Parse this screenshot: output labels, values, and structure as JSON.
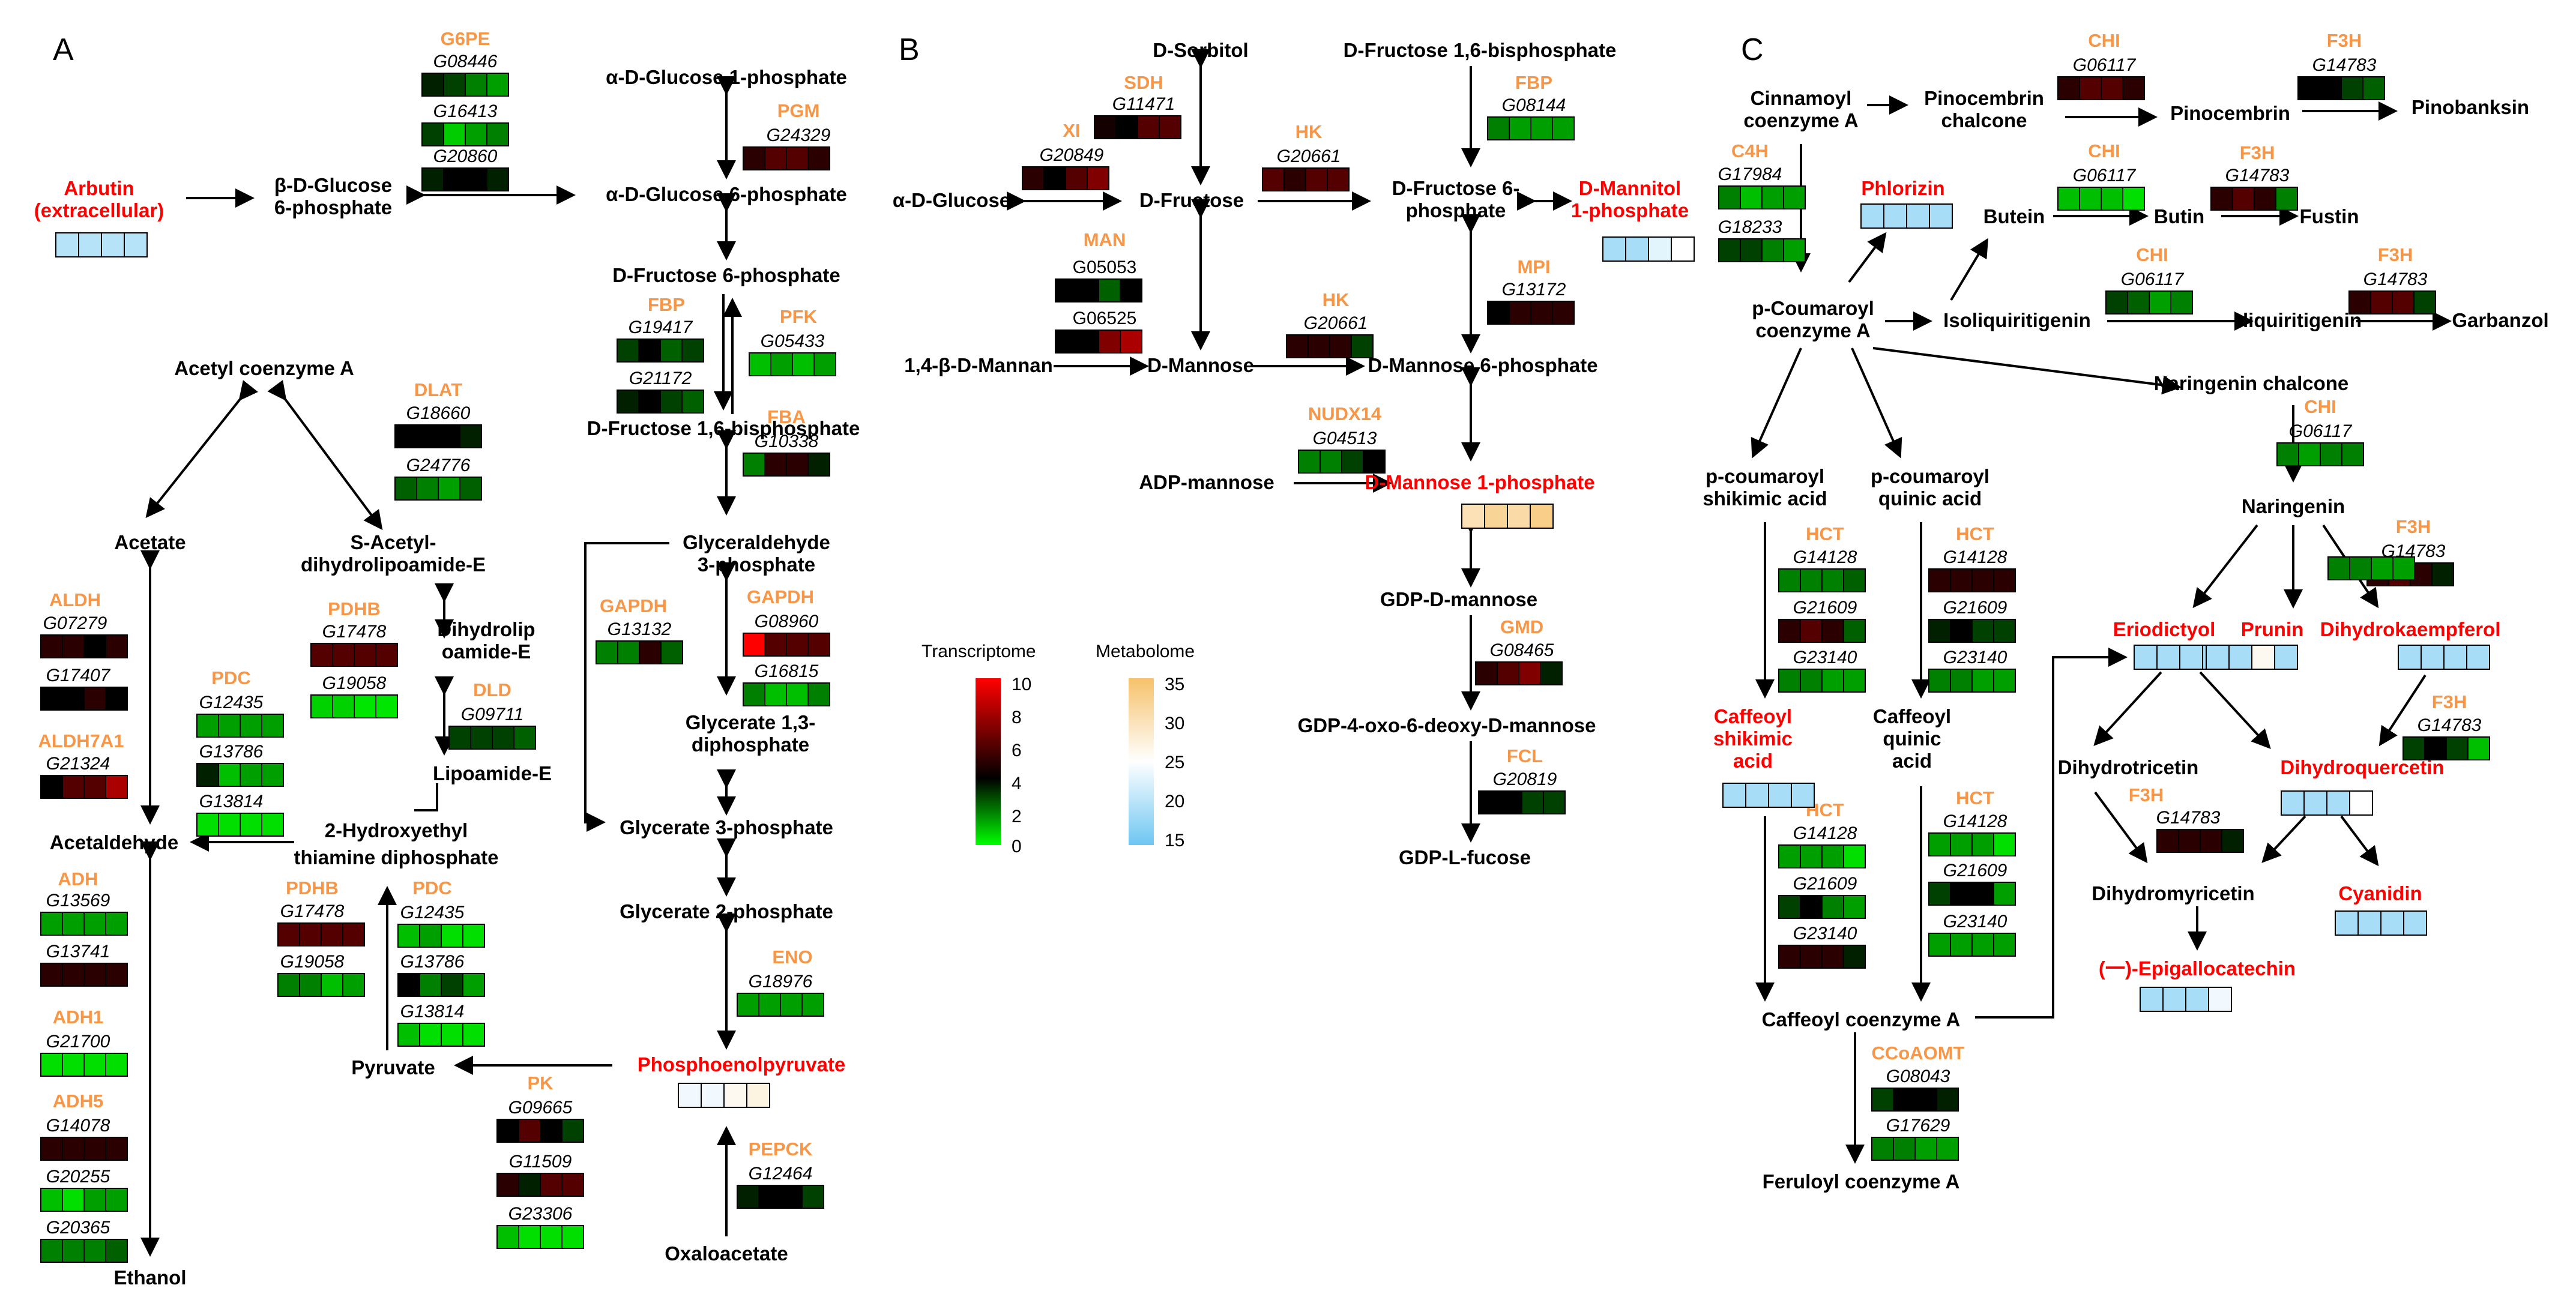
{
  "colors": {
    "metabolite": "#000000",
    "highlight": "#ff0000",
    "enzyme": "#f79646",
    "heat_low": "#00ff00",
    "heat_mid": "#000000",
    "heat_high": "#ff0000",
    "met_low": "#6ec6f2",
    "met_mid": "#ffffff",
    "met_high": "#f6c26b"
  },
  "panels": [
    "A",
    "B",
    "C"
  ],
  "legend": {
    "transcriptome_title": "Transcriptome",
    "metabolome_title": "Metabolome",
    "transcriptome_ticks": [
      "10",
      "8",
      "6",
      "4",
      "2",
      "0"
    ],
    "metabolome_ticks": [
      "35",
      "30",
      "25",
      "20",
      "15"
    ]
  },
  "texts": [
    {
      "t": "α-D-Glucose 1-phosphate",
      "c": "met"
    },
    {
      "t": "α-D-Glucose 6-phosphate",
      "c": "met"
    },
    {
      "t": "D-Fructose 6-phosphate",
      "c": "met"
    },
    {
      "t": "D-Fructose 1,6-bisphosphate",
      "c": "met"
    },
    {
      "t": "Glyceraldehyde",
      "c": "met"
    },
    {
      "t": "3-phosphate",
      "c": "met"
    },
    {
      "t": "Glycerate 1,3-",
      "c": "met"
    },
    {
      "t": "diphosphate",
      "c": "met"
    },
    {
      "t": "Glycerate 3-phosphate",
      "c": "met"
    },
    {
      "t": "Glycerate 2-phosphate",
      "c": "met"
    },
    {
      "t": "Phosphoenolpyruvate",
      "c": "hl"
    },
    {
      "t": "Oxaloacetate",
      "c": "met"
    },
    {
      "t": "Arbutin",
      "c": "hl"
    },
    {
      "t": "(extracellular)",
      "c": "hl"
    },
    {
      "t": "β-D-Glucose",
      "c": "met"
    },
    {
      "t": "6-phosphate",
      "c": "met"
    },
    {
      "t": "Acetyl coenzyme A",
      "c": "met"
    },
    {
      "t": "Acetate",
      "c": "met"
    },
    {
      "t": "S-Acetyl-",
      "c": "met"
    },
    {
      "t": "dihydrolipoamide-E",
      "c": "met"
    },
    {
      "t": "Dihydrolip",
      "c": "met"
    },
    {
      "t": "oamide-E",
      "c": "met"
    },
    {
      "t": "Lipoamide-E",
      "c": "met"
    },
    {
      "t": "2-Hydroxyethyl",
      "c": "met"
    },
    {
      "t": "thiamine diphosphate",
      "c": "met"
    },
    {
      "t": "Acetaldehyde",
      "c": "met"
    },
    {
      "t": "Pyruvate",
      "c": "met"
    },
    {
      "t": "Ethanol",
      "c": "met"
    },
    {
      "t": "G6PE",
      "c": "enz"
    },
    {
      "t": "PGM",
      "c": "enz"
    },
    {
      "t": "FBP",
      "c": "enz"
    },
    {
      "t": "PFK",
      "c": "enz"
    },
    {
      "t": "FBA",
      "c": "enz"
    },
    {
      "t": "GAPDH",
      "c": "enz"
    },
    {
      "t": "GAPDH",
      "c": "enz"
    },
    {
      "t": "ENO",
      "c": "enz"
    },
    {
      "t": "PK",
      "c": "enz"
    },
    {
      "t": "PEPCK",
      "c": "enz"
    },
    {
      "t": "DLAT",
      "c": "enz"
    },
    {
      "t": "PDHB",
      "c": "enz"
    },
    {
      "t": "DLD",
      "c": "enz"
    },
    {
      "t": "PDC",
      "c": "enz"
    },
    {
      "t": "ALDH",
      "c": "enz"
    },
    {
      "t": "ALDH7A1",
      "c": "enz"
    },
    {
      "t": "ADH",
      "c": "enz"
    },
    {
      "t": "ADH1",
      "c": "enz"
    },
    {
      "t": "ADH5",
      "c": "enz"
    },
    {
      "t": "PDHB",
      "c": "enz"
    },
    {
      "t": "PDC",
      "c": "enz"
    },
    {
      "t": "G08446",
      "c": "gene"
    },
    {
      "t": "G16413",
      "c": "gene"
    },
    {
      "t": "G20860",
      "c": "gene"
    },
    {
      "t": "G24329",
      "c": "gene"
    },
    {
      "t": "G19417",
      "c": "gene"
    },
    {
      "t": "G21172",
      "c": "gene"
    },
    {
      "t": "G05433",
      "c": "gene"
    },
    {
      "t": "G10338",
      "c": "gene"
    },
    {
      "t": "G13132",
      "c": "gene"
    },
    {
      "t": "G08960",
      "c": "gene"
    },
    {
      "t": "G16815",
      "c": "gene"
    },
    {
      "t": "G18976",
      "c": "gene"
    },
    {
      "t": "G09665",
      "c": "gene"
    },
    {
      "t": "G11509",
      "c": "gene"
    },
    {
      "t": "G23306",
      "c": "gene"
    },
    {
      "t": "G12464",
      "c": "gene"
    },
    {
      "t": "G18660",
      "c": "gene"
    },
    {
      "t": "G24776",
      "c": "gene"
    },
    {
      "t": "G17478",
      "c": "gene"
    },
    {
      "t": "G19058",
      "c": "gene"
    },
    {
      "t": "G09711",
      "c": "gene"
    },
    {
      "t": "G12435",
      "c": "gene"
    },
    {
      "t": "G13786",
      "c": "gene"
    },
    {
      "t": "G13814",
      "c": "gene"
    },
    {
      "t": "G07279",
      "c": "gene"
    },
    {
      "t": "G17407",
      "c": "gene"
    },
    {
      "t": "G21324",
      "c": "gene"
    },
    {
      "t": "G13569",
      "c": "gene"
    },
    {
      "t": "G13741",
      "c": "gene"
    },
    {
      "t": "G21700",
      "c": "gene"
    },
    {
      "t": "G14078",
      "c": "gene"
    },
    {
      "t": "G20255",
      "c": "gene"
    },
    {
      "t": "G20365",
      "c": "gene"
    },
    {
      "t": "G17478",
      "c": "gene"
    },
    {
      "t": "G19058",
      "c": "gene"
    },
    {
      "t": "G12435",
      "c": "gene"
    },
    {
      "t": "G13786",
      "c": "gene"
    },
    {
      "t": "G13814",
      "c": "gene"
    },
    {
      "t": "D-Sorbitol",
      "c": "met"
    },
    {
      "t": "D-Fructose 1,6-bisphosphate",
      "c": "met"
    },
    {
      "t": "α-D-Glucose",
      "c": "met"
    },
    {
      "t": "D-Fructose",
      "c": "met"
    },
    {
      "t": "D-Fructose 6-",
      "c": "met"
    },
    {
      "t": "phosphate",
      "c": "met"
    },
    {
      "t": "D-Mannitol",
      "c": "hl"
    },
    {
      "t": "1-phosphate",
      "c": "hl"
    },
    {
      "t": "1,4-β-D-Mannan",
      "c": "met"
    },
    {
      "t": "D-Mannose",
      "c": "met"
    },
    {
      "t": "D-Mannose 6-phosphate",
      "c": "met"
    },
    {
      "t": "ADP-mannose",
      "c": "met"
    },
    {
      "t": "D-Mannose 1-phosphate",
      "c": "hl"
    },
    {
      "t": "GDP-D-mannose",
      "c": "met"
    },
    {
      "t": "GDP-4-oxo-6-deoxy-D-mannose",
      "c": "met"
    },
    {
      "t": "GDP-L-fucose",
      "c": "met"
    },
    {
      "t": "SDH",
      "c": "enz"
    },
    {
      "t": "XI",
      "c": "enz"
    },
    {
      "t": "HK",
      "c": "enz"
    },
    {
      "t": "FBP",
      "c": "enz"
    },
    {
      "t": "MAN",
      "c": "enz"
    },
    {
      "t": "HK",
      "c": "enz"
    },
    {
      "t": "MPI",
      "c": "enz"
    },
    {
      "t": "NUDX14",
      "c": "enz"
    },
    {
      "t": "GMD",
      "c": "enz"
    },
    {
      "t": "FCL",
      "c": "enz"
    },
    {
      "t": "G11471",
      "c": "gene"
    },
    {
      "t": "G20849",
      "c": "gene"
    },
    {
      "t": "G20661",
      "c": "gene"
    },
    {
      "t": "G08144",
      "c": "gene"
    },
    {
      "t": "G05053",
      "c": "gene up"
    },
    {
      "t": "G06525",
      "c": "gene up"
    },
    {
      "t": "G20661",
      "c": "gene"
    },
    {
      "t": "G13172",
      "c": "gene"
    },
    {
      "t": "G04513",
      "c": "gene"
    },
    {
      "t": "G08465",
      "c": "gene"
    },
    {
      "t": "G20819",
      "c": "gene"
    },
    {
      "t": "Cinnamoyl",
      "c": "met"
    },
    {
      "t": "coenzyme A",
      "c": "met"
    },
    {
      "t": "Pinocembrin",
      "c": "met"
    },
    {
      "t": "chalcone",
      "c": "met"
    },
    {
      "t": "Pinocembrin",
      "c": "met"
    },
    {
      "t": "Pinobanksin",
      "c": "met"
    },
    {
      "t": "Phlorizin",
      "c": "hl"
    },
    {
      "t": "Butein",
      "c": "met"
    },
    {
      "t": "Butin",
      "c": "met"
    },
    {
      "t": "Fustin",
      "c": "met"
    },
    {
      "t": "p-Coumaroyl",
      "c": "met"
    },
    {
      "t": "coenzyme A",
      "c": "met"
    },
    {
      "t": "Isoliquiritigenin",
      "c": "met"
    },
    {
      "t": "liquiritigenin",
      "c": "met"
    },
    {
      "t": "Garbanzol",
      "c": "met"
    },
    {
      "t": "Naringenin chalcone",
      "c": "met"
    },
    {
      "t": "Naringenin",
      "c": "met"
    },
    {
      "t": "p-coumaroyl",
      "c": "met"
    },
    {
      "t": "shikimic acid",
      "c": "met"
    },
    {
      "t": "p-coumaroyl",
      "c": "met"
    },
    {
      "t": "quinic  acid",
      "c": "met"
    },
    {
      "t": "Eriodictyol",
      "c": "hl"
    },
    {
      "t": "Prunin",
      "c": "hl"
    },
    {
      "t": "Dihydrokaempferol",
      "c": "hl"
    },
    {
      "t": "Caffeoyl",
      "c": "hl"
    },
    {
      "t": "shikimic",
      "c": "hl"
    },
    {
      "t": "acid",
      "c": "hl"
    },
    {
      "t": "Caffeoyl",
      "c": "met"
    },
    {
      "t": "quinic",
      "c": "met"
    },
    {
      "t": "acid",
      "c": "met"
    },
    {
      "t": "Dihydrotricetin",
      "c": "met"
    },
    {
      "t": "Dihydroquercetin",
      "c": "hl"
    },
    {
      "t": "Dihydromyricetin",
      "c": "met"
    },
    {
      "t": "Cyanidin",
      "c": "hl"
    },
    {
      "t": "(一)-Epigallocatechin",
      "c": "hl"
    },
    {
      "t": "Caffeoyl coenzyme A",
      "c": "met"
    },
    {
      "t": "Feruloyl coenzyme A",
      "c": "met"
    },
    {
      "t": "CHI",
      "c": "enz"
    },
    {
      "t": "F3H",
      "c": "enz"
    },
    {
      "t": "C4H",
      "c": "enz"
    },
    {
      "t": "CHI",
      "c": "enz"
    },
    {
      "t": "F3H",
      "c": "enz"
    },
    {
      "t": "CHI",
      "c": "enz"
    },
    {
      "t": "F3H",
      "c": "enz"
    },
    {
      "t": "CHI",
      "c": "enz"
    },
    {
      "t": "F3H",
      "c": "enz"
    },
    {
      "t": "HCT",
      "c": "enz"
    },
    {
      "t": "HCT",
      "c": "enz"
    },
    {
      "t": "F3H",
      "c": "enz"
    },
    {
      "t": "F3H",
      "c": "enz"
    },
    {
      "t": "HCT",
      "c": "enz"
    },
    {
      "t": "HCT",
      "c": "enz"
    },
    {
      "t": "CCoAOMT",
      "c": "enz"
    },
    {
      "t": "G06117",
      "c": "gene"
    },
    {
      "t": "G14783",
      "c": "gene"
    },
    {
      "t": "G17984",
      "c": "gene"
    },
    {
      "t": "G18233",
      "c": "gene"
    },
    {
      "t": "G06117",
      "c": "gene"
    },
    {
      "t": "G14783",
      "c": "gene"
    },
    {
      "t": "G06117",
      "c": "gene"
    },
    {
      "t": "G14783",
      "c": "gene"
    },
    {
      "t": "G06117",
      "c": "gene"
    },
    {
      "t": "G14783",
      "c": "gene"
    },
    {
      "t": "G14128",
      "c": "gene"
    },
    {
      "t": "G21609",
      "c": "gene"
    },
    {
      "t": "G23140",
      "c": "gene"
    },
    {
      "t": "G14128",
      "c": "gene"
    },
    {
      "t": "G21609",
      "c": "gene"
    },
    {
      "t": "G23140",
      "c": "gene"
    },
    {
      "t": "G14783",
      "c": "gene"
    },
    {
      "t": "G14783",
      "c": "gene"
    },
    {
      "t": "G14128",
      "c": "gene"
    },
    {
      "t": "G21609",
      "c": "gene"
    },
    {
      "t": "G23140",
      "c": "gene"
    },
    {
      "t": "G14128",
      "c": "gene"
    },
    {
      "t": "G21609",
      "c": "gene"
    },
    {
      "t": "G23140",
      "c": "gene"
    },
    {
      "t": "G08043",
      "c": "gene"
    },
    {
      "t": "G17629",
      "c": "gene"
    }
  ],
  "heatmaps": [
    [
      3.5,
      3,
      2,
      1.5
    ],
    [
      3,
      0.8,
      1.5,
      2
    ],
    [
      3.5,
      4,
      4,
      3.5
    ],
    [
      5,
      6,
      6,
      5
    ],
    [
      3,
      4,
      2.5,
      3
    ],
    [
      3.5,
      4,
      3,
      2.5
    ],
    [
      1,
      1.5,
      1,
      1.5
    ],
    [
      2,
      5,
      5,
      3.5
    ],
    [
      2,
      2,
      5,
      2.5
    ],
    [
      10,
      6,
      6,
      6
    ],
    [
      2,
      1,
      1,
      2
    ],
    [
      1.5,
      1.5,
      1.5,
      1.5
    ],
    [
      4,
      6,
      4,
      3
    ],
    [
      5,
      3.5,
      6,
      6
    ],
    [
      1,
      0.5,
      0.5,
      0.5
    ],
    [
      3.5,
      4,
      4,
      3
    ],
    [
      4,
      4,
      4,
      3.5
    ],
    [
      2.5,
      2,
      1.5,
      2.5
    ],
    [
      6,
      6,
      6,
      6
    ],
    [
      0.7,
      0.7,
      0.4,
      0.4
    ],
    [
      3,
      3,
      3,
      2.5
    ],
    [
      1.5,
      1.5,
      1.5,
      1.5
    ],
    [
      3.5,
      1,
      1.5,
      1.5
    ],
    [
      0.5,
      0.5,
      0.5,
      0.5
    ],
    [
      5,
      5,
      4,
      5
    ],
    [
      4,
      4,
      5,
      4
    ],
    [
      4,
      6,
      6,
      8
    ],
    [
      1.5,
      1.5,
      1.5,
      1.5
    ],
    [
      5,
      5,
      5,
      5
    ],
    [
      0.5,
      0.5,
      0.5,
      0.5
    ],
    [
      5,
      5,
      5,
      5
    ],
    [
      1,
      0.5,
      1.5,
      1.5
    ],
    [
      2,
      2,
      2,
      2.5
    ],
    [
      6,
      6,
      6,
      6
    ],
    [
      2,
      2,
      1,
      1.5
    ],
    [
      1,
      1.5,
      0.5,
      0.5
    ],
    [
      4,
      2,
      3,
      1.5
    ],
    [
      1,
      0.5,
      0.5,
      0.5
    ],
    [
      4.5,
      4,
      6,
      6
    ],
    [
      5,
      4,
      6,
      7
    ],
    [
      6,
      5,
      6,
      6
    ],
    [
      2,
      1.5,
      1.5,
      1.5
    ],
    [
      4,
      4,
      2.5,
      4
    ],
    [
      4,
      4,
      7,
      8
    ],
    [
      5,
      5,
      5,
      3
    ],
    [
      4,
      5,
      5,
      5
    ],
    [
      2,
      2,
      3,
      4
    ],
    [
      5,
      6,
      7,
      3.5
    ],
    [
      4,
      4,
      3,
      3
    ],
    [
      5,
      6,
      6,
      5
    ],
    [
      4,
      4,
      3,
      2.5
    ],
    [
      2,
      1,
      1.5,
      1.5
    ],
    [
      3,
      3,
      2,
      1.5
    ],
    [
      1,
      1,
      1,
      0.5
    ],
    [
      5,
      6,
      5,
      2
    ],
    [
      3,
      2.5,
      1.5,
      2
    ],
    [
      5,
      6,
      6,
      3
    ],
    [
      2,
      1.5,
      2,
      2
    ],
    [
      5,
      6,
      5,
      3.5
    ],
    [
      2,
      2,
      2,
      2.5
    ],
    [
      5,
      6,
      5,
      2.5
    ],
    [
      2,
      2,
      1.5,
      1.5
    ],
    [
      5,
      5,
      5,
      5
    ],
    [
      3.5,
      4,
      3,
      3
    ],
    [
      2,
      2,
      1.5,
      1.5
    ],
    [
      3,
      4,
      3,
      1
    ],
    [
      5,
      5,
      5,
      3.5
    ],
    [
      1.5,
      1.5,
      1.5,
      0.5
    ],
    [
      3,
      4,
      2,
      1.5
    ],
    [
      5,
      5,
      5,
      3.5
    ],
    [
      1.5,
      1.5,
      1.5,
      0.5
    ],
    [
      3,
      4,
      4,
      1.5
    ],
    [
      1.5,
      1.5,
      1.5,
      1.5
    ],
    [
      3,
      4,
      4,
      3.5
    ],
    [
      2,
      2,
      1.5,
      1.5
    ],
    [
      2,
      2,
      1.5,
      1.5
    ]
  ],
  "metabolite_boxes": [
    {
      "values": [
        20,
        20,
        20,
        20
      ]
    },
    {
      "values": [
        24,
        24,
        26,
        27
      ]
    },
    {
      "values": [
        19,
        19,
        23,
        25
      ]
    },
    {
      "values": [
        30,
        32,
        31,
        33
      ]
    },
    {
      "values": [
        19,
        19,
        19,
        19
      ]
    },
    {
      "values": [
        19,
        19,
        19,
        19
      ]
    },
    {
      "values": [
        19,
        19,
        26,
        19
      ]
    },
    {
      "values": [
        19,
        19,
        19,
        19
      ]
    },
    {
      "values": [
        19,
        19,
        19,
        19
      ]
    },
    {
      "values": [
        19,
        19,
        19,
        19
      ]
    },
    {
      "values": [
        19,
        19,
        19,
        19
      ]
    },
    {
      "values": [
        19,
        19,
        19,
        25
      ]
    },
    {
      "values": [
        19,
        19,
        19,
        25
      ]
    },
    {
      "values": [
        19,
        19,
        19,
        24
      ]
    }
  ]
}
